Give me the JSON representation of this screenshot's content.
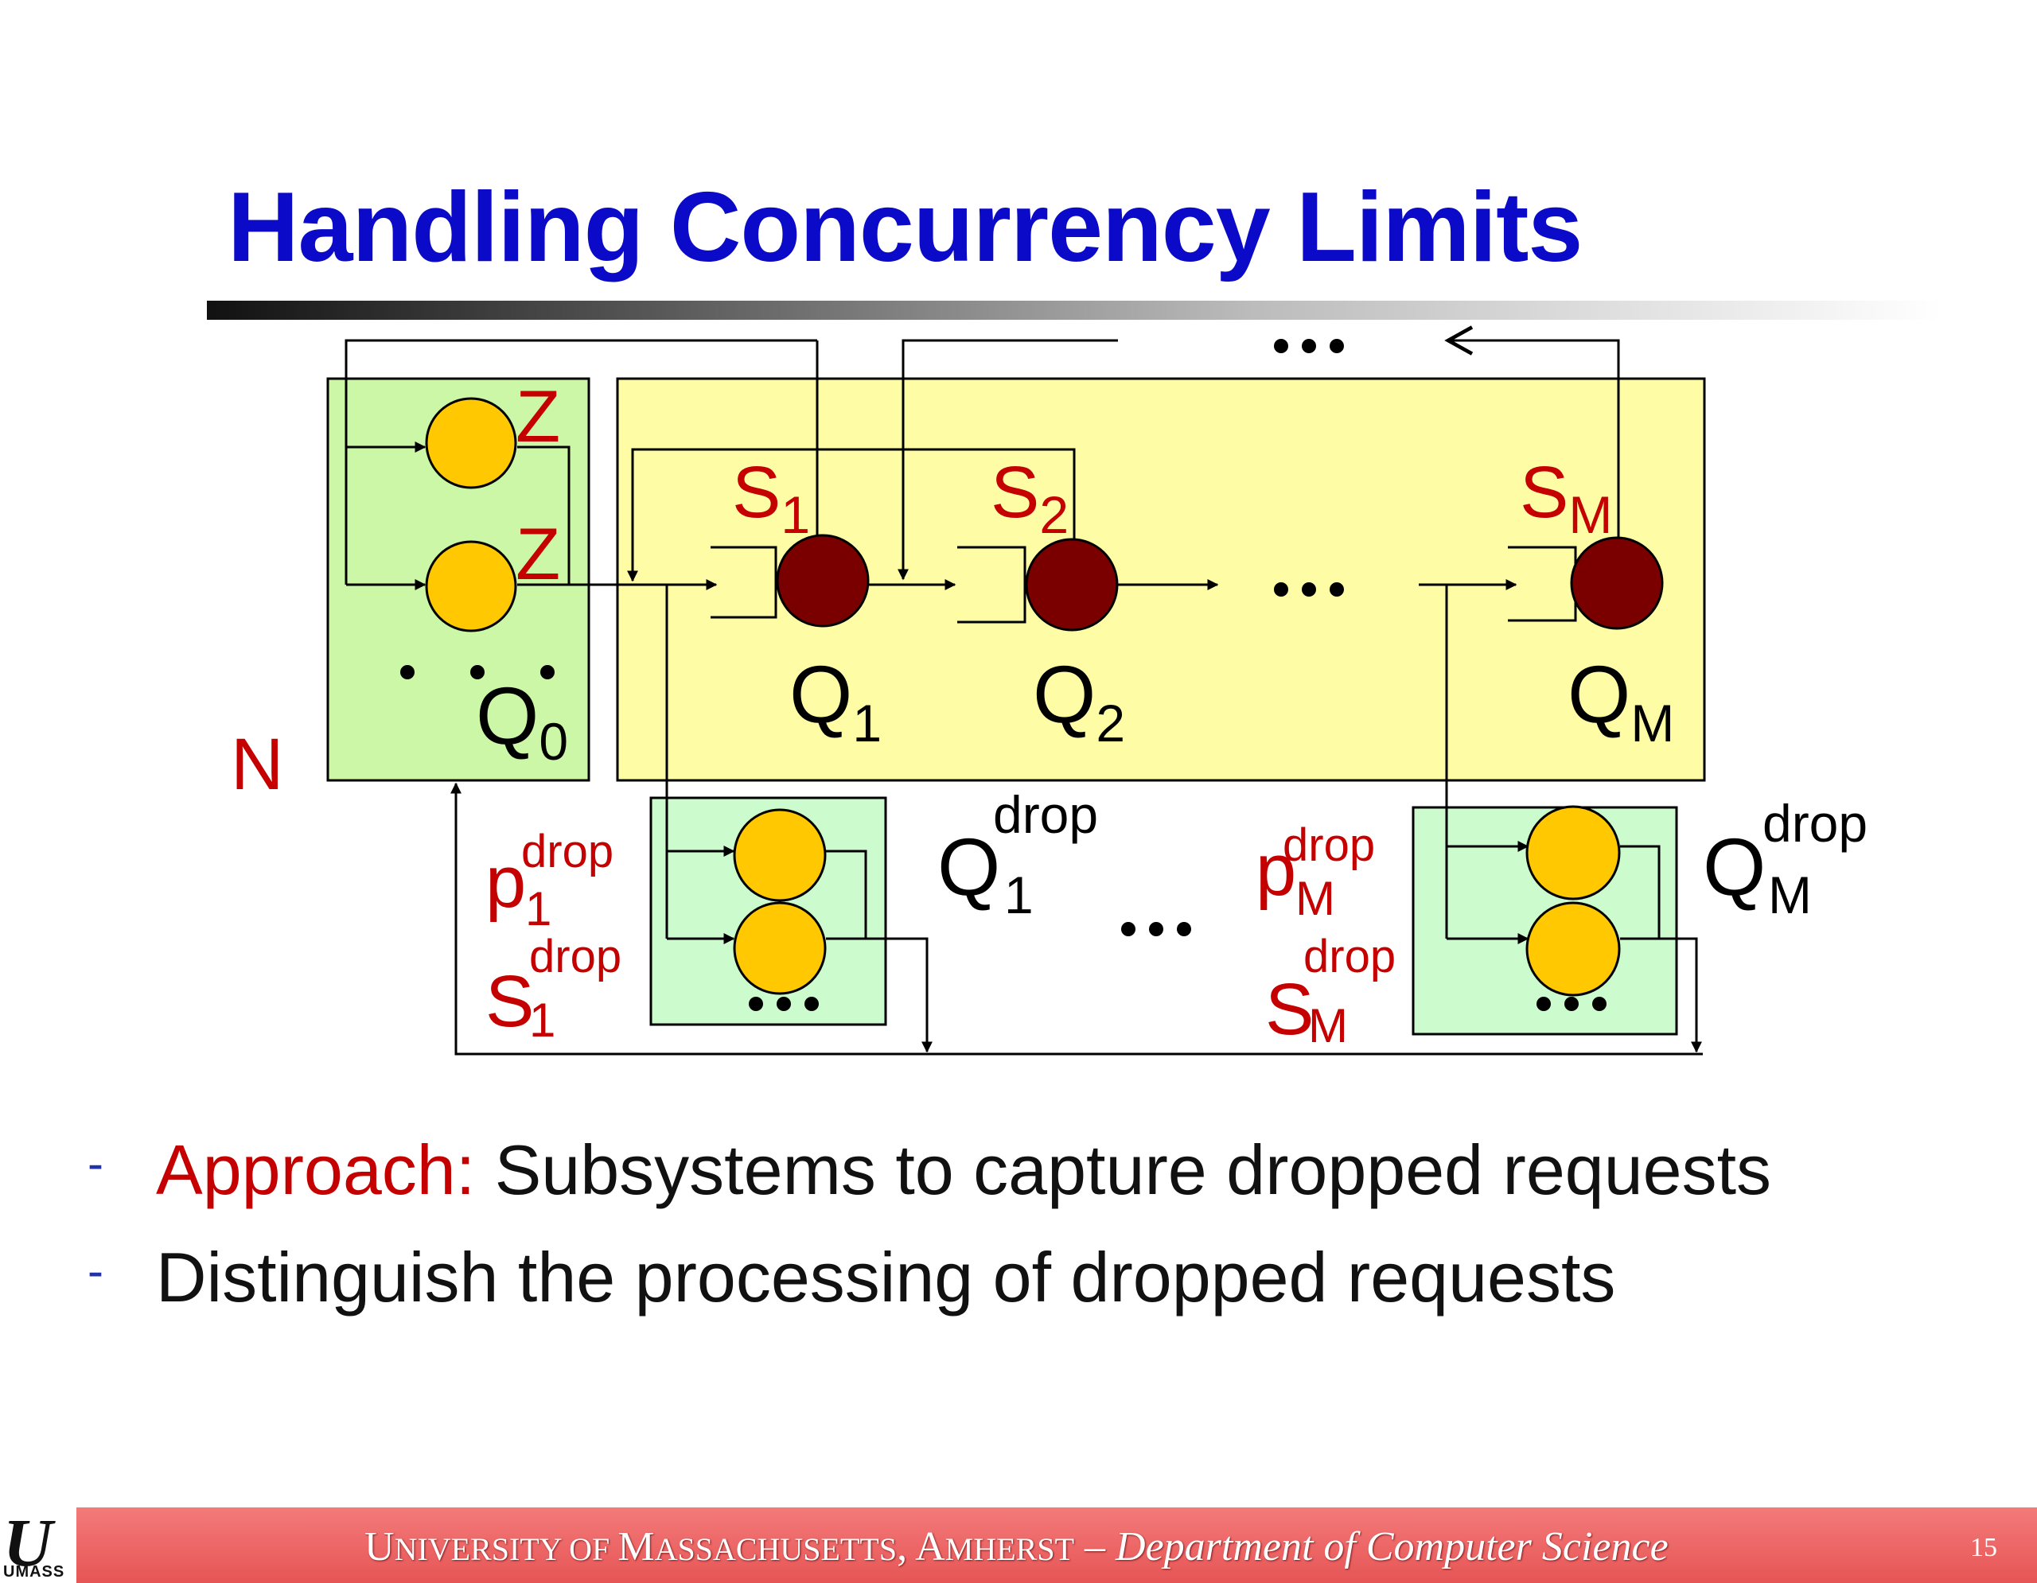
{
  "slide": {
    "title": "Handling Concurrency Limits",
    "page_number": "15"
  },
  "diagram": {
    "labels": {
      "z_top": "Z",
      "z_bottom": "Z",
      "q0": "Q",
      "q0_sub": "0",
      "n": "N",
      "s1": "S",
      "s1_sub": "1",
      "s2": "S",
      "s2_sub": "2",
      "sm": "S",
      "sm_sub": "M",
      "q1": "Q",
      "q1_sub": "1",
      "q2": "Q",
      "q2_sub": "2",
      "qm": "Q",
      "qm_sub": "M",
      "p1_drop": "p",
      "p1_drop_sub": "1",
      "p1_drop_sup": "drop",
      "s1_drop": "S",
      "s1_drop_sub": "1",
      "s1_drop_sup": "drop",
      "q1_drop": "Q",
      "q1_drop_sub": "1",
      "q1_drop_sup": "drop",
      "pm_drop": "p",
      "pm_drop_sub": "M",
      "pm_drop_sup": "drop",
      "sm_drop": "S",
      "sm_drop_sub": "M",
      "sm_drop_sup": "drop",
      "qm_drop": "Q",
      "qm_drop_sub": "M",
      "qm_drop_sup": "drop"
    },
    "colors": {
      "green_box": "#ccf7a6",
      "drop_box": "#ccfcce",
      "yellow_box": "#fffca6",
      "client_node": "#ffc800",
      "server_node": "#7a0000",
      "red_text": "#c40000"
    }
  },
  "bullets": {
    "item1_highlight": "Approach:",
    "item1_text": " Subsystems to capture dropped requests",
    "item2_text": "Distinguish the processing of dropped requests"
  },
  "footer": {
    "u": "U",
    "niversity": "NIVERSITY OF ",
    "m": "M",
    "assachusetts": "ASSACHUSETTS",
    "comma": ", ",
    "a": "A",
    "mherst": "MHERST",
    "dash": " – ",
    "dept": "Department of Computer Science",
    "logo_text": "UMASS"
  }
}
